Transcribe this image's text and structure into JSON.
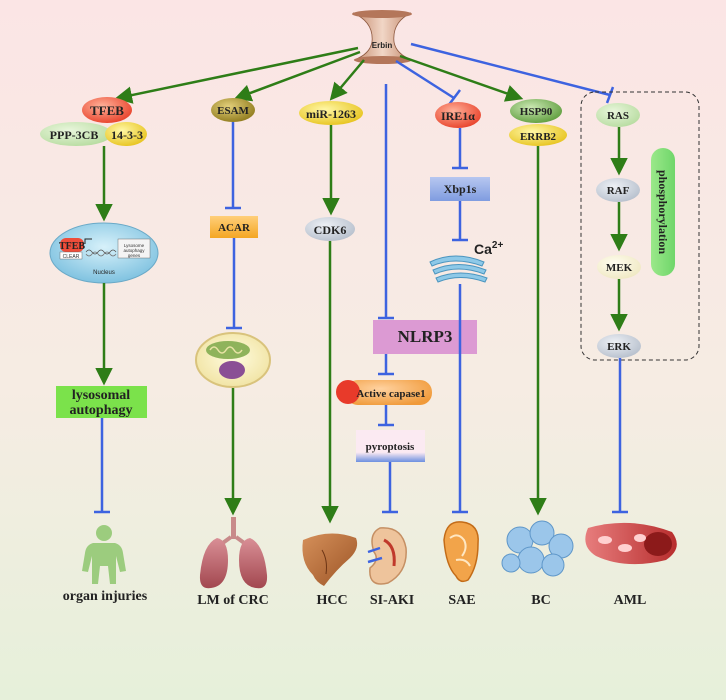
{
  "source": "Erbin",
  "pathways": {
    "tfeb": {
      "head": "TFEB",
      "partner1": "PPP-3CB",
      "partner2": "14-3-3",
      "nucleus_tfeb": "TFEB",
      "nucleus_clear": "CLEAR",
      "nucleus_genes": "Lysosome autophagy genes",
      "nucleus_label": "Nucleus",
      "process": "lysosomal autophagy",
      "outcome": "organ injuries"
    },
    "esam": {
      "head": "ESAM",
      "mid": "ACAR",
      "outcome": "LM of CRC"
    },
    "mir": {
      "head": "miR-1263",
      "mid": "CDK6",
      "outcome": "HCC"
    },
    "nlrp3": {
      "head": "NLRP3",
      "step1": "Active capase1",
      "step2": "pyroptosis",
      "outcome": "SI-AKI"
    },
    "ire": {
      "head": "IRE1α",
      "mid": "Xbp1s",
      "ion": "Ca",
      "ion_sup": "2+",
      "outcome": "SAE"
    },
    "hsp": {
      "head": "HSP90",
      "partner": "ERRB2",
      "outcome": "BC"
    },
    "ras": {
      "steps": [
        "RAS",
        "RAF",
        "MEK",
        "ERK"
      ],
      "side": "phosphorylation",
      "outcome": "AML"
    }
  },
  "colors": {
    "activate": "#2e7d17",
    "inhibit": "#3d63e0",
    "bg_top": "#fbe6e6",
    "bg_bottom": "#e8f1dc"
  }
}
